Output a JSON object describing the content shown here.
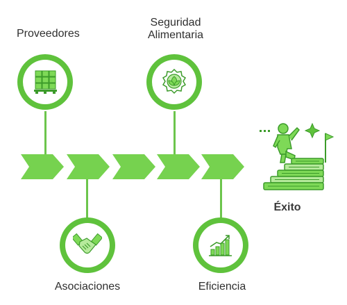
{
  "nodes": {
    "proveedores": {
      "label": "Proveedores",
      "icon": "pallet-boxes-icon"
    },
    "seguridad": {
      "label_line1": "Seguridad",
      "label_line2": "Alimentaria",
      "icon": "leaf-badge-icon"
    },
    "asociaciones": {
      "label": "Asociaciones",
      "icon": "handshake-icon"
    },
    "eficiencia": {
      "label": "Eficiencia",
      "icon": "growth-chart-icon"
    }
  },
  "goal": {
    "label": "Éxito",
    "icon": "climber-books-flag-icon"
  },
  "colors": {
    "primary_green": "#5fc23c",
    "light_green": "#7ed957",
    "dark_green": "#3c9b2a"
  }
}
